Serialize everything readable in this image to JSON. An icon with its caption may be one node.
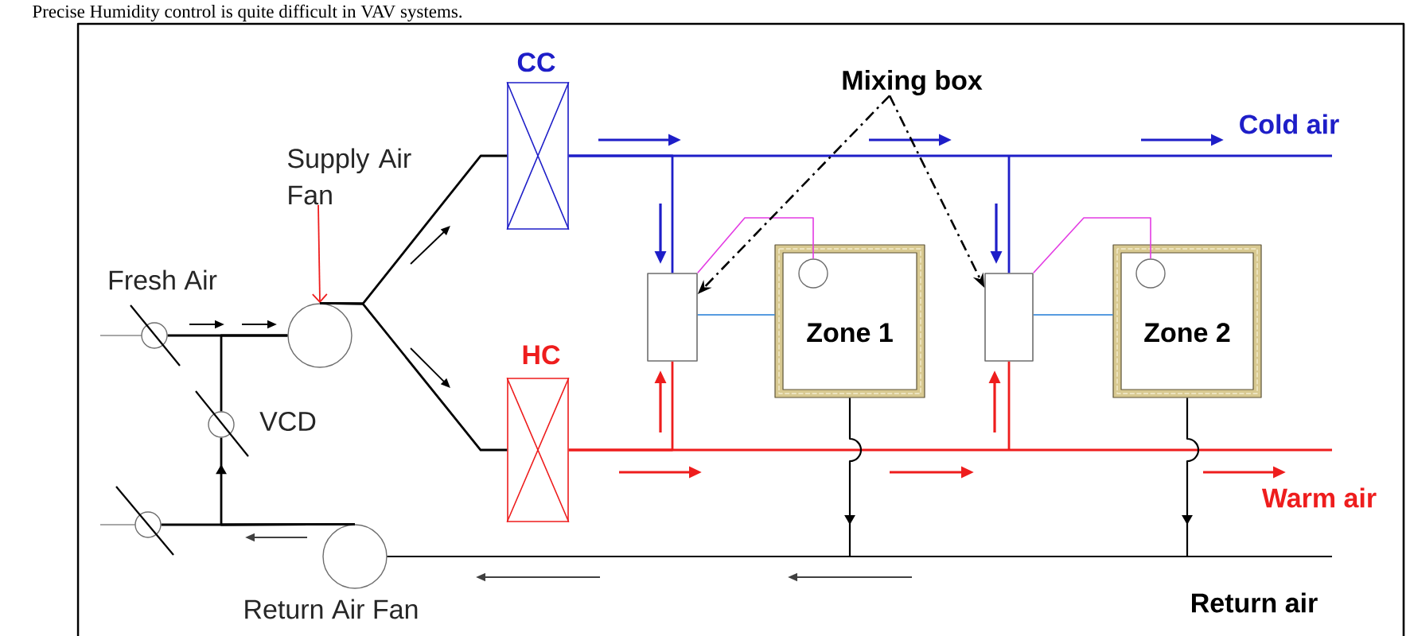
{
  "diagram": {
    "title": "Precise Humidity control is quite difficult in VAV systems.",
    "nodes": [
      {
        "text": [],
        "shape": "damper",
        "beside": [
          "Fresh Air"
        ]
      },
      {
        "text": [],
        "shape": "damper",
        "beside": [
          "VCD"
        ]
      },
      {
        "text": [],
        "shape": "damper"
      },
      {
        "text": [],
        "shape": "circle"
      },
      {
        "text": [
          "Supply Air Fan"
        ]
      },
      {
        "text": [],
        "shape": "circle",
        "beside": [
          "Return Air Fan"
        ]
      },
      {
        "text": [
          "CC"
        ]
      },
      {
        "text": [
          "HC"
        ]
      },
      {
        "text": [
          "Mixing box"
        ]
      },
      {
        "text": [],
        "shape": "box"
      },
      {
        "text": [
          "Zone 1"
        ]
      },
      {
        "text": [],
        "shape": "circle",
        "in": 10
      },
      {
        "text": [],
        "shape": "box"
      },
      {
        "text": [
          "Zone 2"
        ]
      },
      {
        "text": [],
        "shape": "circle",
        "in": 13
      }
    ],
    "edges": [
      {
        "from": 4,
        "to": 3,
        "arrow": "to",
        "color": "#ee1d1d"
      },
      {
        "from": 0,
        "to": 3,
        "arrow": "none"
      },
      {
        "from": 1,
        "to": 3,
        "arrow": "none"
      },
      {
        "from": 5,
        "to": 1,
        "arrow": "to"
      },
      {
        "from": 5,
        "to": 2,
        "arrow": "none"
      },
      {
        "from": 3,
        "to": 6,
        "arrow": "none"
      },
      {
        "from": 3,
        "to": 7,
        "arrow": "none"
      },
      {
        "from": 6,
        "to": 9,
        "arrow": "none",
        "color": "#1e1ec8"
      },
      {
        "from": 6,
        "to": 12,
        "arrow": "none",
        "color": "#1e1ec8"
      },
      {
        "from": 7,
        "to": 9,
        "arrow": "none",
        "color": "#ee1d1d"
      },
      {
        "from": 7,
        "to": 12,
        "arrow": "none",
        "color": "#ee1d1d"
      },
      {
        "from": 9,
        "to": 10,
        "arrow": "none",
        "color": "#1f7ad6"
      },
      {
        "from": 9,
        "to": 11,
        "arrow": "none",
        "color": "#e33be3"
      },
      {
        "from": 12,
        "to": 13,
        "arrow": "none",
        "color": "#1f7ad6"
      },
      {
        "from": 12,
        "to": 14,
        "arrow": "none",
        "color": "#e33be3"
      },
      {
        "from": 10,
        "to": 5,
        "arrow": "to"
      },
      {
        "from": 13,
        "to": 5,
        "arrow": "to"
      },
      {
        "from": 8,
        "to": 9,
        "arrow": "to",
        "style": "dashed"
      },
      {
        "from": 8,
        "to": 12,
        "arrow": "to",
        "style": "dashed"
      }
    ],
    "labels": [
      "Cold air",
      "Warm air",
      "Return air"
    ]
  }
}
